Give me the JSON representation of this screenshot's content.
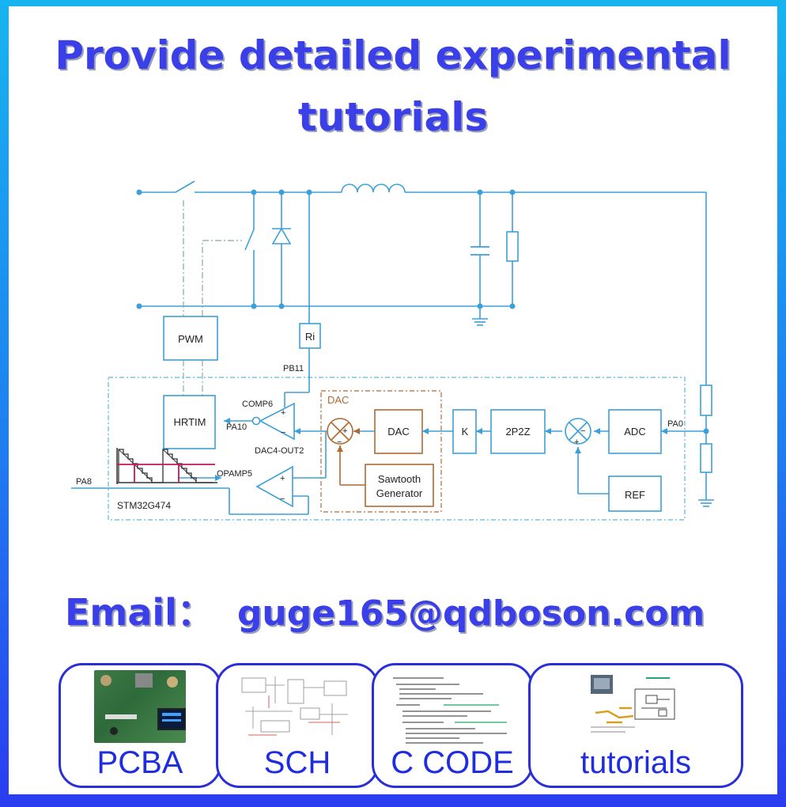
{
  "headline": {
    "line1": "Provide detailed experimental",
    "line2": "tutorials"
  },
  "email": {
    "label": "Email：",
    "address": "guge165@qdboson.com"
  },
  "colors": {
    "accent": "#3b3fe8",
    "circuit": "#3ca0d8",
    "dac": "#b06a30",
    "card_border": "#2a2fd8"
  },
  "diagram": {
    "blocks": {
      "pwm": "PWM",
      "ri": "Ri",
      "hrtim": "HRTIM",
      "dac": "DAC",
      "k": "K",
      "p2z": "2P2Z",
      "adc": "ADC",
      "ref": "REF",
      "sawtooth1": "Sawtooth",
      "sawtooth2": "Generator"
    },
    "labels": {
      "pb11": "PB11",
      "comp6": "COMP6",
      "pa10": "PA10",
      "dac4": "DAC4-OUT2",
      "dac_group": "DAC",
      "pa0": "PA0",
      "pa8": "PA8",
      "opamp5": "OPAMP5",
      "mcu": "STM32G474",
      "plus": "+",
      "minus": "−"
    }
  },
  "cards": [
    {
      "label": "PCBA",
      "icon": "pcba-photo-icon"
    },
    {
      "label": "SCH",
      "icon": "schematic-thumbnail-icon"
    },
    {
      "label": "C CODE",
      "icon": "code-thumbnail-icon"
    },
    {
      "label": "tutorials",
      "icon": "tutorial-thumbnail-icon"
    }
  ]
}
